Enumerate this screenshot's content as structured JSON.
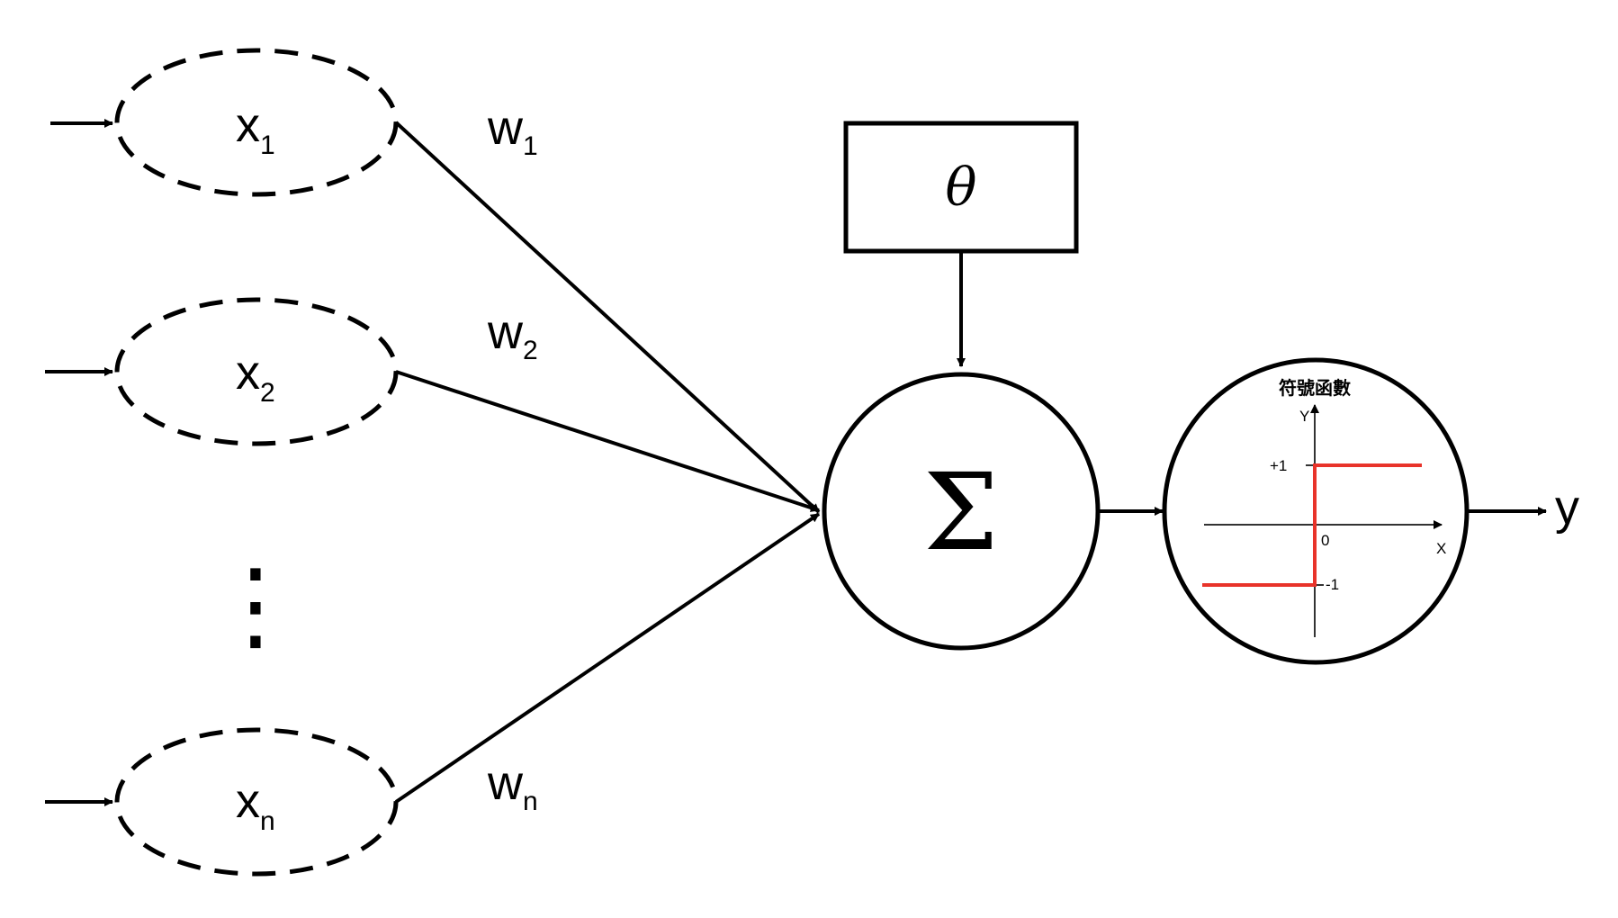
{
  "inputs": [
    {
      "base": "x",
      "sub": "1"
    },
    {
      "base": "x",
      "sub": "2"
    },
    {
      "base": "x",
      "sub": "n"
    }
  ],
  "weights": [
    {
      "base": "w",
      "sub": "1"
    },
    {
      "base": "w",
      "sub": "2"
    },
    {
      "base": "w",
      "sub": "n"
    }
  ],
  "ellipsis": "⋮",
  "threshold": {
    "symbol": "θ"
  },
  "summation": {
    "symbol": "Σ"
  },
  "activation": {
    "title": "符號函數",
    "y_axis": "Y",
    "x_axis": "X",
    "plus_one": "+1",
    "minus_one": "-1",
    "zero": "0",
    "step_color": "#e8332a"
  },
  "output": {
    "label": "y"
  }
}
